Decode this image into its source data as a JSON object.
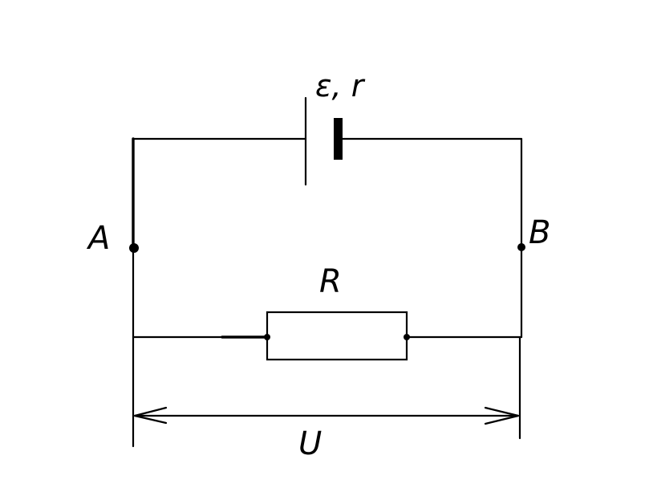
{
  "labels": {
    "battery": "ε, r",
    "node_a": "A",
    "node_b": "B",
    "resistor": "R",
    "voltage": "U"
  },
  "colors": {
    "ink": "#000000",
    "background": "#ffffff"
  }
}
